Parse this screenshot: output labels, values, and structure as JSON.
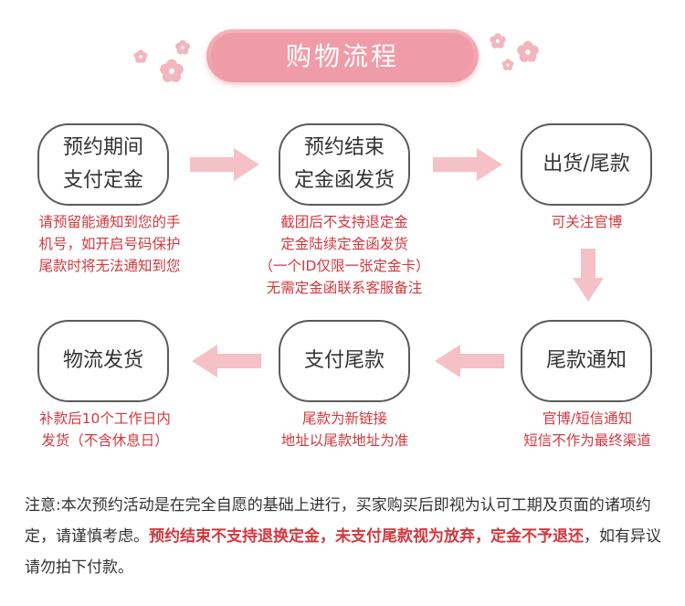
{
  "title": "购物流程",
  "steps": [
    {
      "label": "预约期间\n支付定金",
      "note": "请预留能通知到您的手\n机号，如开启号码保护\n尾款时将无法通知到您"
    },
    {
      "label": "预约结束\n定金函发货",
      "note": "截团后不支持退定金\n定金陆续定金函发货\n（一个ID仅限一张定金卡）\n无需定金函联系客服备注"
    },
    {
      "label": "出货/尾款",
      "note": "可关注官博"
    },
    {
      "label": "尾款通知",
      "note": "官博/短信通知\n短信不作为最终渠道"
    },
    {
      "label": "支付尾款",
      "note": "尾款为新链接\n地址以尾款地址为准"
    },
    {
      "label": "物流发货",
      "note": "补款后10个工作日内\n发货（不含休息日）"
    }
  ],
  "footer": {
    "part1": "注意:本次预约活动是在完全自愿的基础上进行，买家购买后即视为认可工期及页面的诸项约定，请谨慎考虑。",
    "part2": "预约结束不支持退换定金，未支付尾款视为放弃，定金不予退还",
    "part3": "，如有异议请勿拍下付款。"
  },
  "colors": {
    "accent_pink": "#f09ca8",
    "note_red": "#d2383e",
    "arrow_pink": "#f5c0c6"
  },
  "icons": [
    "sakura-flower-icon",
    "arrow-right-icon",
    "arrow-down-icon",
    "arrow-left-icon"
  ]
}
